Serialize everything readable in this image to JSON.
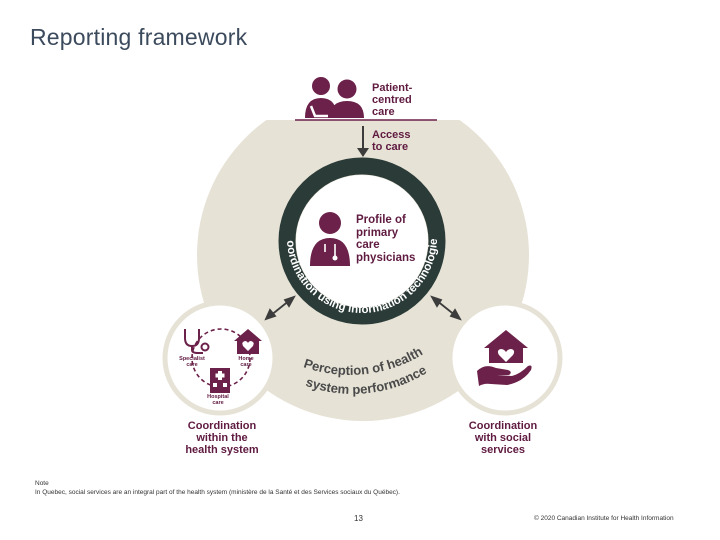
{
  "page": {
    "title": "Reporting framework",
    "note_heading": "Note",
    "note_text": "In Quebec, social services are an integral part of the health system (ministère de la Santé et des Services sociaux du Québec).",
    "page_number": "13",
    "copyright": "© 2020 Canadian Institute for Health Information"
  },
  "diagram": {
    "patient_centred_care": [
      "Patient-",
      "centred",
      "care"
    ],
    "access_to_care": [
      "Access",
      "to care"
    ],
    "profile": [
      "Profile of",
      "primary",
      "care",
      "physicians"
    ],
    "ring_text": "Coordination using information technologies",
    "perception_line1": "Perception of health",
    "perception_line2": "system performance",
    "health_system": [
      "Coordination",
      "within the",
      "health system"
    ],
    "social_services": [
      "Coordination",
      "with social",
      "services"
    ],
    "mini_specialist": [
      "Specialist",
      "care"
    ],
    "mini_home": [
      "Home",
      "care"
    ],
    "mini_hospital": [
      "Hospital",
      "care"
    ]
  },
  "colors": {
    "maroon": "#6b2149",
    "beige": "#e6e2d6",
    "teal": "#2b3b38",
    "arrow": "#3c3c3c"
  }
}
